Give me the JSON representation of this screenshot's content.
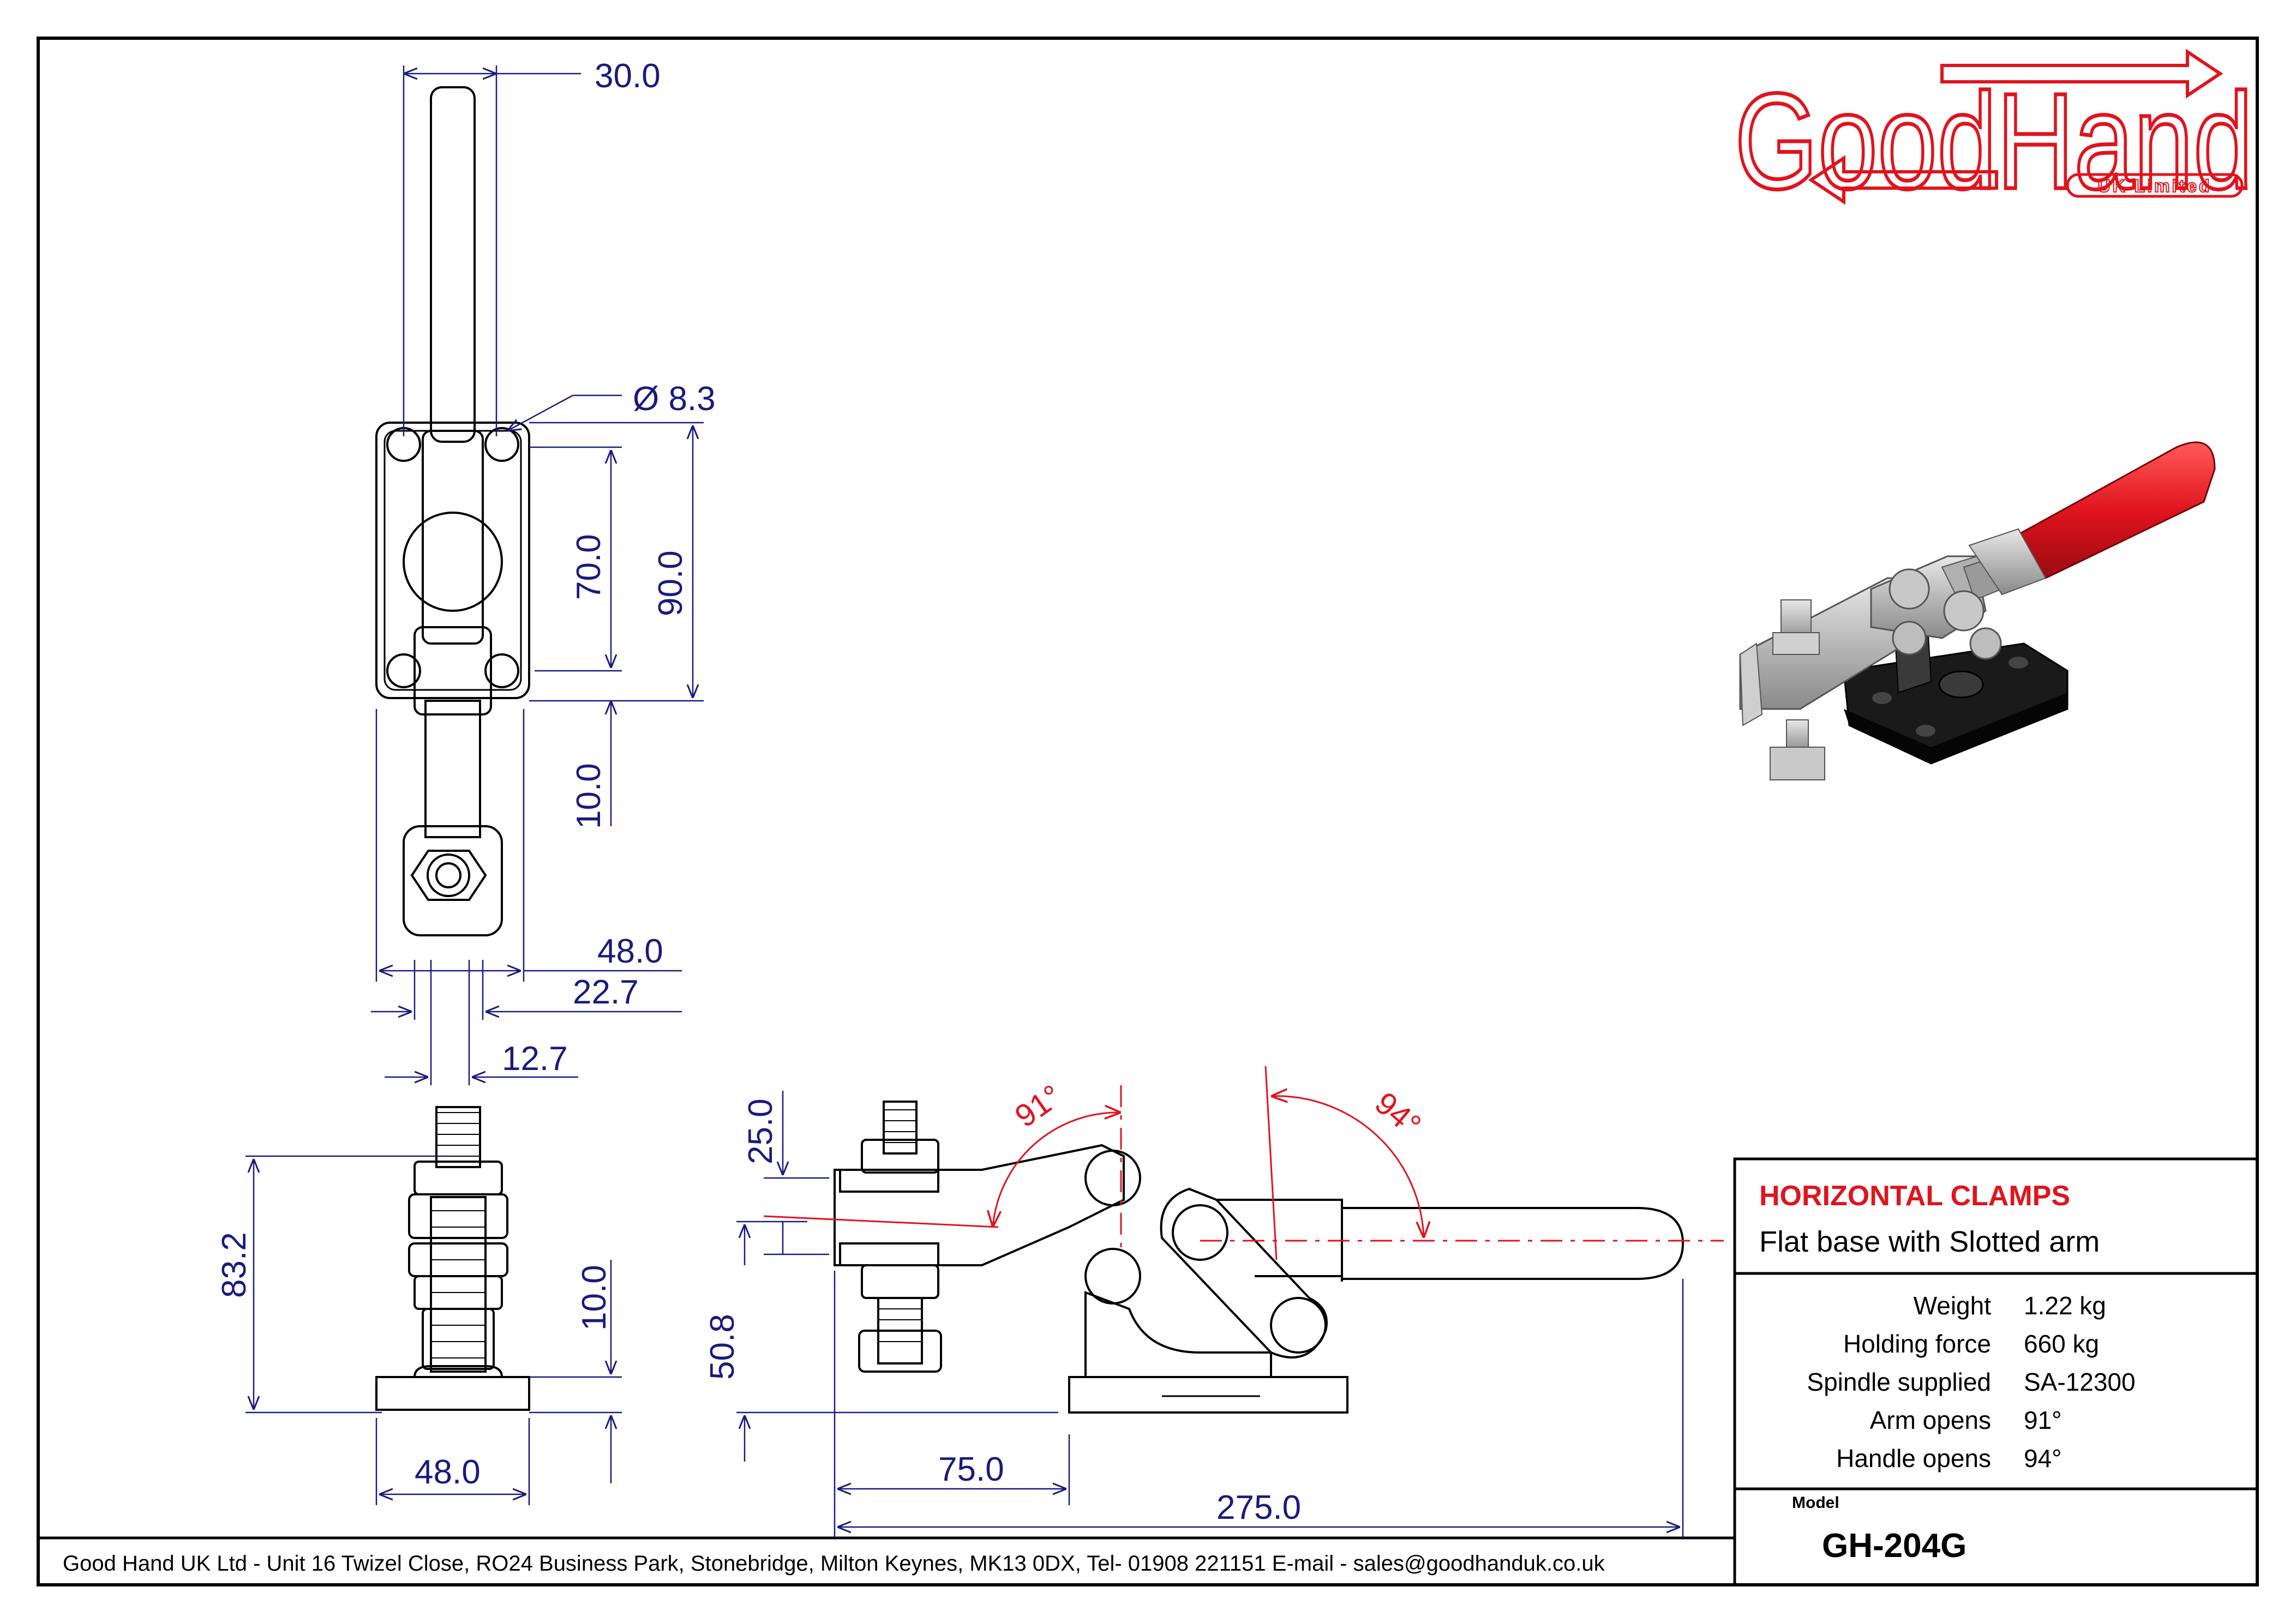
{
  "logo": {
    "name": "GoodHand",
    "sub": "UK Limited"
  },
  "dimensions": {
    "top_width": "30.0",
    "hole_dia": "Ø 8.3",
    "hole_spacing": "70.0",
    "base_length": "90.0",
    "offset_10a": "10.0",
    "base_width": "48.0",
    "width_22": "22.7",
    "width_12": "12.7",
    "height_83": "83.2",
    "offset_10b": "10.0",
    "front_base": "48.0",
    "spindle_25": "25.0",
    "height_50": "50.8",
    "horiz_75": "75.0",
    "overall": "275.0",
    "arm_angle": "91°",
    "handle_angle": "94°"
  },
  "title_block": {
    "category": "HORIZONTAL CLAMPS",
    "description": "Flat base with Slotted arm",
    "specs": [
      {
        "label": "Weight",
        "value": "1.22 kg"
      },
      {
        "label": "Holding force",
        "value": "660 kg"
      },
      {
        "label": "Spindle supplied",
        "value": "SA-12300"
      },
      {
        "label": "Arm opens",
        "value": "91°"
      },
      {
        "label": "Handle opens",
        "value": "94°"
      }
    ],
    "model_label": "Model",
    "model": "GH-204G"
  },
  "footer": "Good Hand UK Ltd  - Unit 16 Twizel Close, RO24 Business Park, Stonebridge, Milton Keynes, MK13 0DX,  Tel- 01908 221151  E-mail - sales@goodhanduk.co.uk",
  "colors": {
    "dim": "#1a1a7e",
    "red": "#e0141e",
    "line": "#000000"
  }
}
